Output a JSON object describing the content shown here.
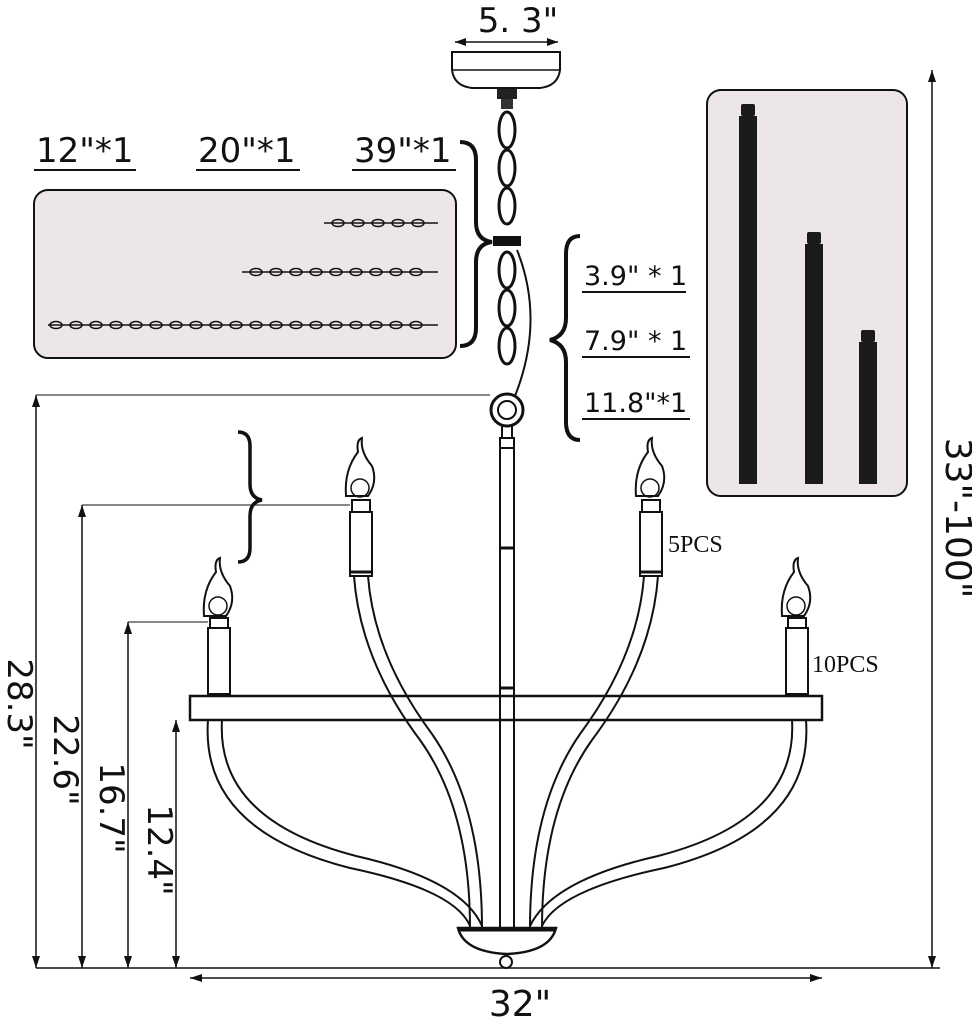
{
  "canopy_width": "5. 3\"",
  "chains": {
    "label_12": "12\"*1",
    "label_20": "20\"*1",
    "label_39": "39\"*1"
  },
  "rods": {
    "label_short": "3.9\" * 1",
    "label_mid": "7.9\" * 1",
    "label_long": "11.8\"*1"
  },
  "height_range": "33\"-100\"",
  "dimensions": {
    "d_28": "28.3\"",
    "d_22": "22.6\"",
    "d_16": "16.7\"",
    "d_12": "12.4\"",
    "width": "32\""
  },
  "arms": {
    "upper": "5PCS",
    "lower": "10PCS"
  },
  "colors": {
    "panel_fill": "#ece7e6",
    "rod_fill": "#1a1a1a",
    "line": "#111111"
  }
}
